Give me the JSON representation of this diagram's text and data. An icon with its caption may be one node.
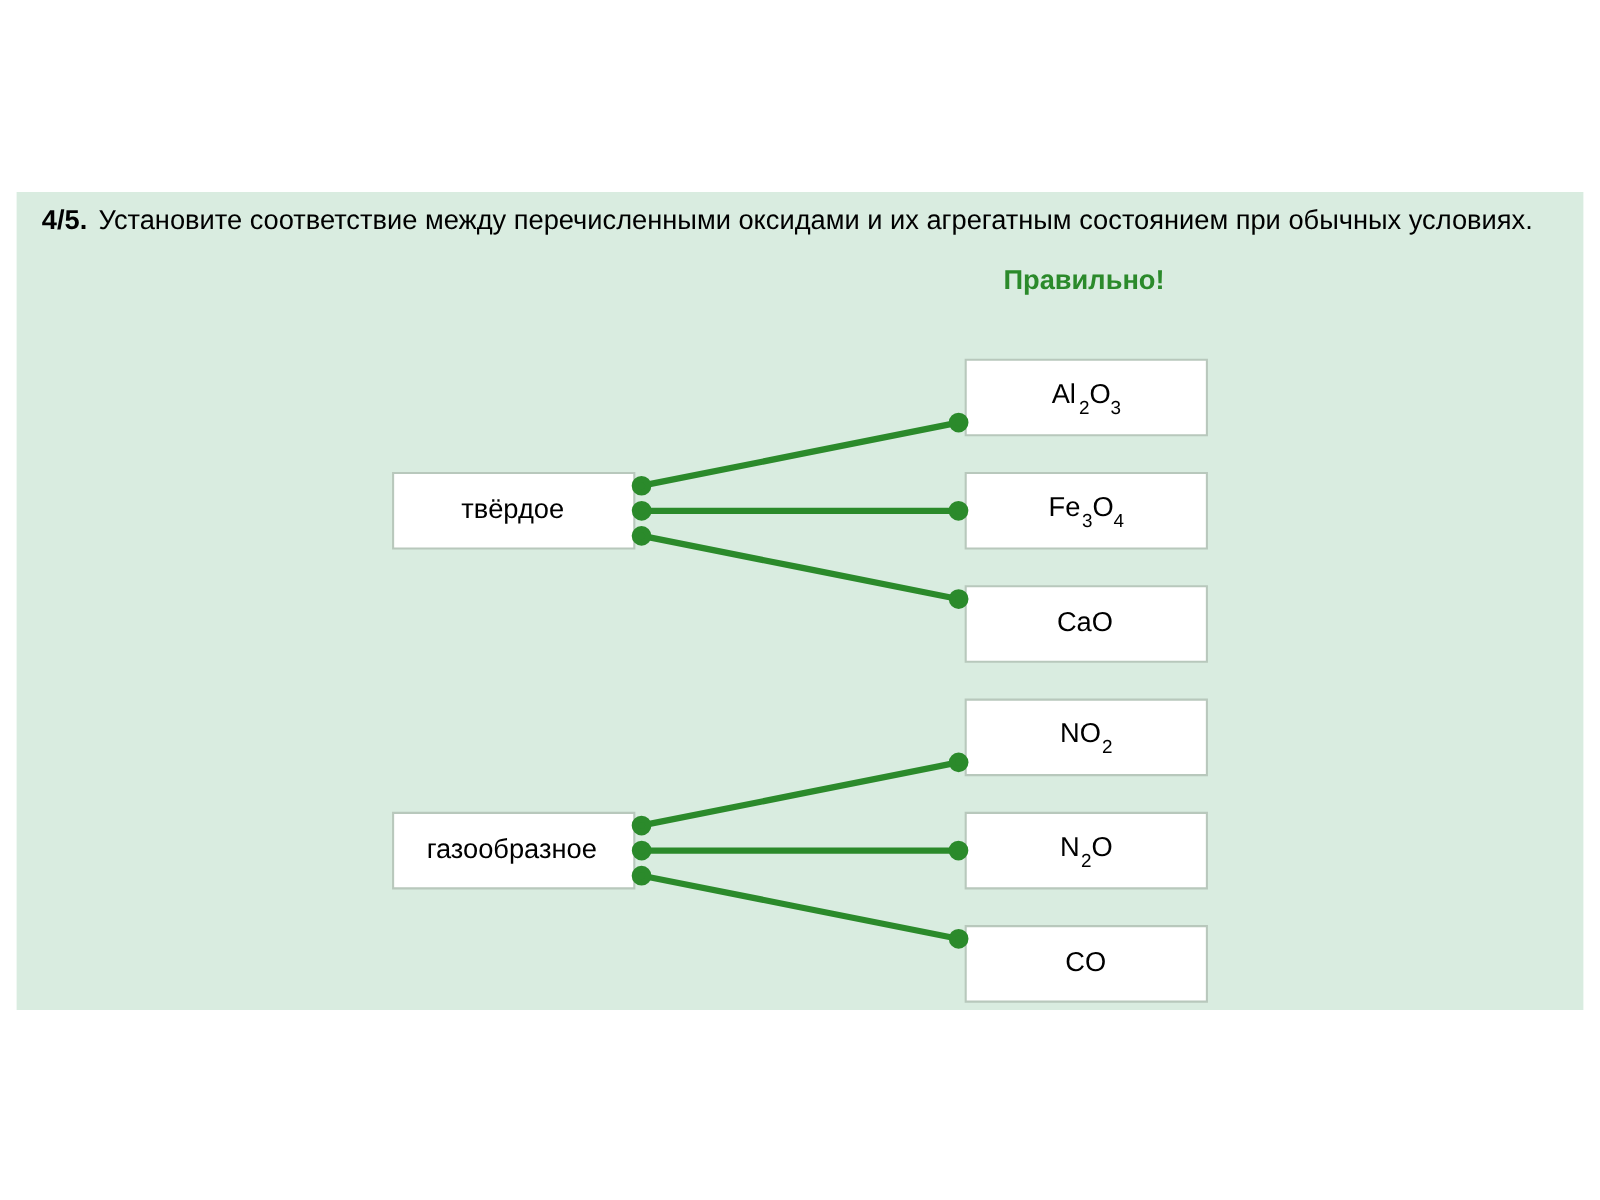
{
  "diagram": {
    "title": "**4/5.** Установите соответствие между перечисленными оксидами и их агрегатным состоянием при обычных условиях.",
    "nodes": [
      {
        "text": [
          "газообразное"
        ]
      },
      {
        "text": [
          "твёрдое"
        ]
      },
      {
        "text": [
          "Al$_{2}$O$_{3}$"
        ]
      },
      {
        "text": [
          "Fe$_{3}$O$_{4}$"
        ]
      },
      {
        "text": [
          "NO$_{2}$"
        ]
      },
      {
        "text": [
          "N$_{2}$O"
        ]
      },
      {
        "text": [
          "CO"
        ]
      },
      {
        "text": [
          "CaO"
        ]
      }
    ],
    "edges": [
      {
        "from": 0,
        "to": 4,
        "arrow": "other"
      },
      {
        "from": 0,
        "to": 5,
        "arrow": "other"
      },
      {
        "from": 0,
        "to": 6,
        "arrow": "other"
      },
      {
        "from": 1,
        "to": 2,
        "arrow": "other"
      },
      {
        "from": 1,
        "to": 3,
        "arrow": "other"
      },
      {
        "from": 1,
        "to": 7,
        "arrow": "other"
      }
    ],
    "labels": [
      "Правильно!"
    ]
  }
}
